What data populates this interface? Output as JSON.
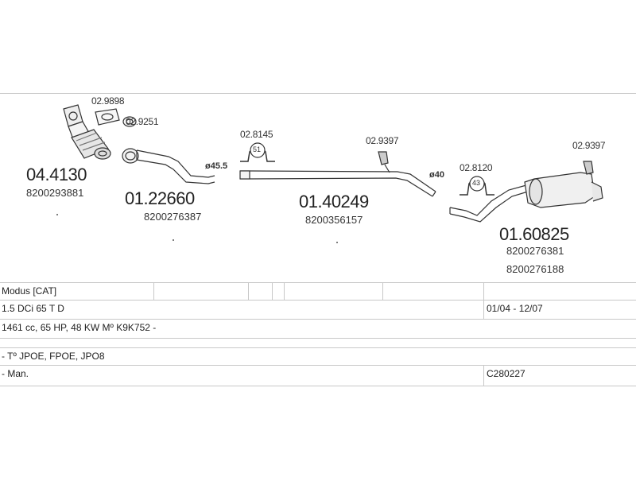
{
  "parts": [
    {
      "id": "catalyst",
      "number": "04.4130",
      "oem": [
        "8200293881"
      ]
    },
    {
      "id": "front-pipe",
      "number": "01.22660",
      "oem": [
        "8200276387"
      ]
    },
    {
      "id": "middle-pipe",
      "number": "01.40249",
      "oem": [
        "8200356157"
      ]
    },
    {
      "id": "rear-silencer",
      "number": "01.60825",
      "oem": [
        "8200276381",
        "8200276188"
      ]
    }
  ],
  "refs": {
    "gasket_a": "02.9898",
    "gasket_b": "02.9251",
    "clamp_a": "02.8145",
    "hanger_a": "02.9397",
    "clamp_b": "02.8120",
    "hanger_b": "02.9397"
  },
  "diameters": {
    "front": "ø45.5",
    "middle": "ø40"
  },
  "clamp_sizes": {
    "a": "51",
    "b": "43"
  },
  "table": {
    "model": "Modus  [CAT]",
    "engine": "1.5 DCi  65 T D",
    "period": "01/04 - 12/07",
    "specs": "1461 cc, 65 HP, 48 KW  Mº K9K752 -",
    "types": "- Tº JPOE, FPOE, JPO8",
    "gearbox": "- Man.",
    "code": "C280227"
  }
}
